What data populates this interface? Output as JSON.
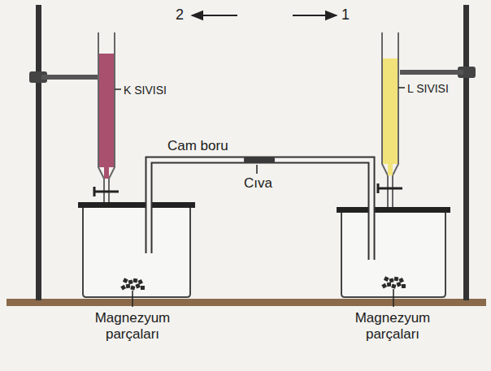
{
  "diagram": {
    "labels": [
      "2",
      "1",
      "K SIVISI",
      "L SIVISI",
      "Cam boru",
      "Cıva",
      "Magnezyum parçaları",
      "Magnezyum parçaları"
    ]
  }
}
